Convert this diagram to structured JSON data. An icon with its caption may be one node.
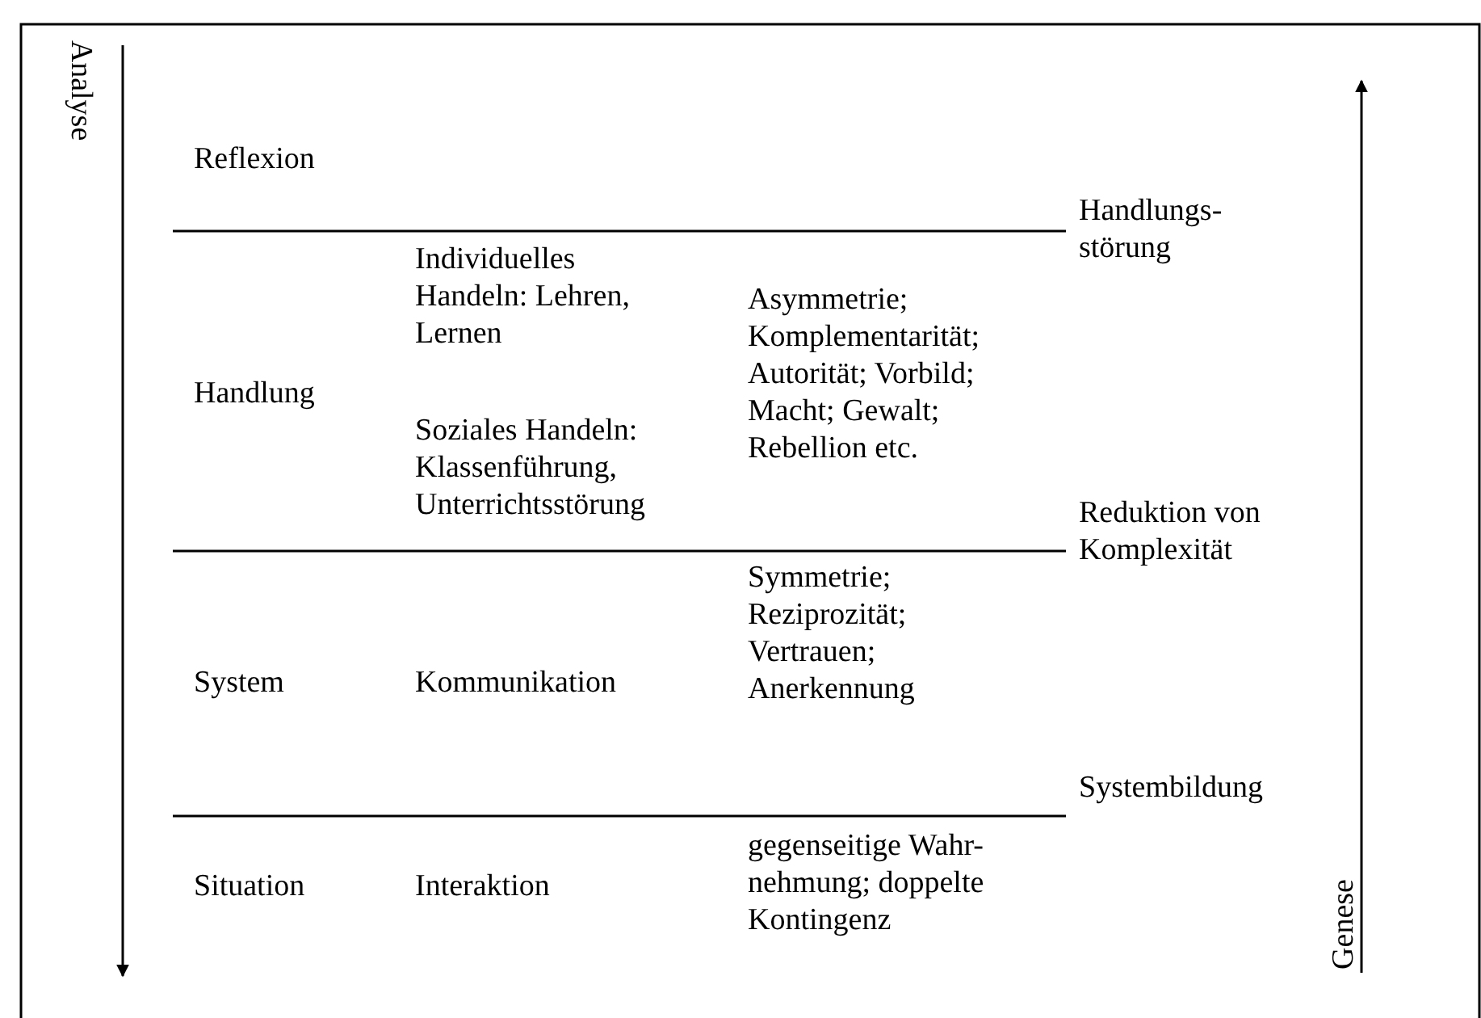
{
  "diagram": {
    "labels": [
      "Analyse",
      "Reflexion",
      "Handlungs- störung",
      "Individuelles Handeln: Lehren, Lernen",
      "Asymmetrie; Komplementarität; Autorität; Vorbild; Macht; Gewalt; Rebellion etc.",
      "Handlung",
      "Soziales Handeln: Klassenführung, Unterrichtsstörung",
      "Reduktion von Komplexität",
      "System",
      "Kommunikation",
      "Symmetrie; Reziprozität; Vertrauen; Anerkennung",
      "Systembildung",
      "Situation",
      "Interaktion",
      "gegenseitige Wahr- nehmung; doppelte Kontingenz",
      "Genese"
    ]
  }
}
